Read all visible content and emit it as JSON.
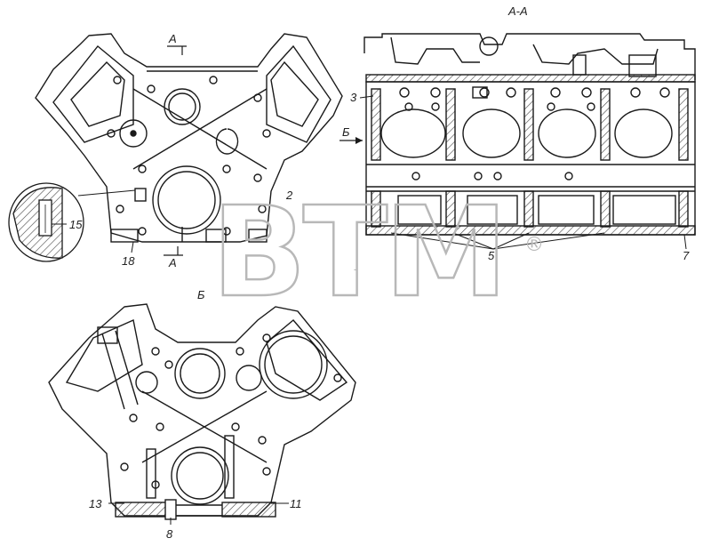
{
  "watermark": {
    "text": "BTM",
    "mark": "®"
  },
  "section": {
    "label": "А-А",
    "cut_mark_top": "А",
    "cut_mark_bottom": "А",
    "view_arrow": "Б",
    "view_below": "Б"
  },
  "callouts": [
    {
      "id": "3",
      "text": "3"
    },
    {
      "id": "5",
      "text": "5"
    },
    {
      "id": "7",
      "text": "7"
    },
    {
      "id": "15",
      "text": "15"
    },
    {
      "id": "18",
      "text": "18"
    },
    {
      "id": "2",
      "text": "2"
    },
    {
      "id": "13",
      "text": "13"
    },
    {
      "id": "8",
      "text": "8"
    },
    {
      "id": "11",
      "text": "11"
    }
  ],
  "colors": {
    "line": "#1a1a1a",
    "hatch": "#555555",
    "watermark": "#b8b8b8"
  }
}
